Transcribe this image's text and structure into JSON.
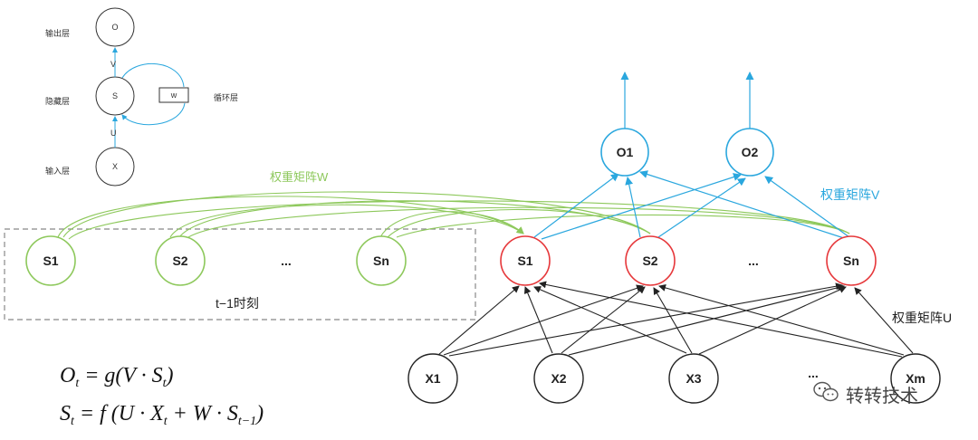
{
  "colors": {
    "green": "#8dc85b",
    "red": "#e6373a",
    "blue": "#2aa7de",
    "black": "#222222",
    "dashed": "#777777"
  },
  "mini_diagram": {
    "label_output_layer": "输出层",
    "label_hidden_layer": "隐藏层",
    "label_input_layer": "输入层",
    "label_recurrent_layer": "循环层",
    "node_o": "O",
    "node_s": "S",
    "node_x": "X",
    "box_w": "w",
    "edge_v": "V",
    "edge_u": "U"
  },
  "main_diagram": {
    "label_weight_w": "权重矩阵W",
    "label_weight_v": "权重矩阵V",
    "label_weight_u": "权重矩阵U",
    "label_prev_time": "t−1时刻",
    "prev_nodes": [
      "S1",
      "S2",
      "...",
      "Sn"
    ],
    "hidden_nodes": [
      "S1",
      "S2",
      "...",
      "Sn"
    ],
    "output_nodes": [
      "O1",
      "O2"
    ],
    "input_nodes": [
      "X1",
      "X2",
      "X3",
      "...",
      "Xm"
    ]
  },
  "formulas": {
    "f1_lhs": "O",
    "f1_lhs_sub": "t",
    "f1_rhs": "= g(V · S",
    "f1_rhs_sub": "t",
    "f1_close": ")",
    "f2_lhs": "S",
    "f2_lhs_sub": "t",
    "f2_rhs": "= f (U · X",
    "f2_rhs_sub1": "t",
    "f2_mid": " + W · S",
    "f2_rhs_sub2": "t−1",
    "f2_close": ")"
  },
  "watermark": {
    "text": "转转技术",
    "icon": "wechat-icon"
  }
}
